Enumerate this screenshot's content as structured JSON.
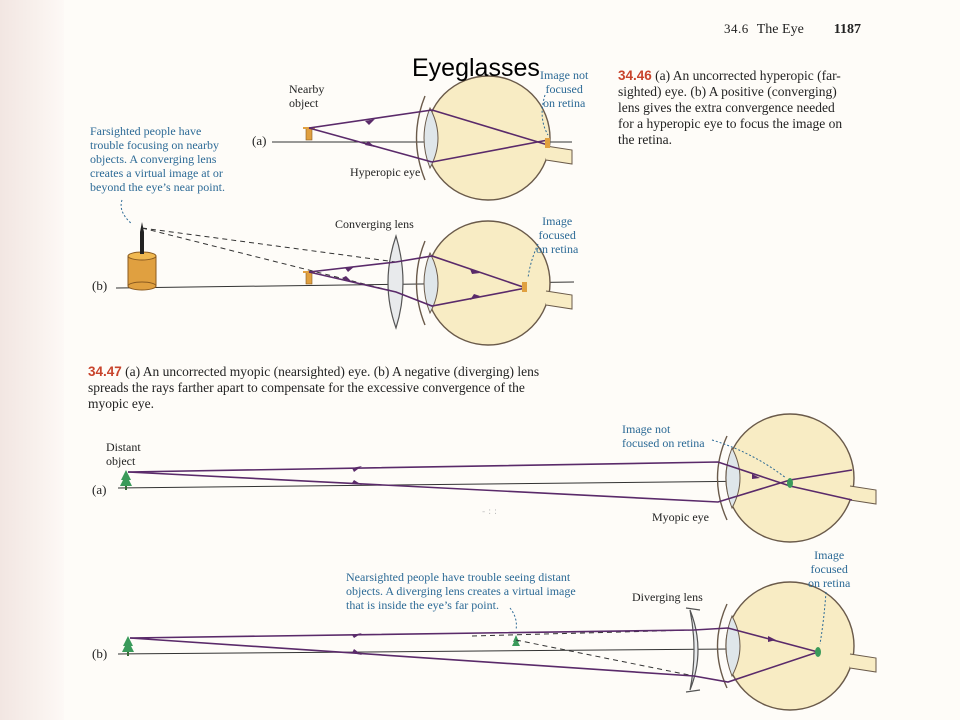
{
  "slide_title": "Eyeglasses",
  "page_header": {
    "section": "34.6",
    "section_name": "The Eye",
    "page_number": "1187"
  },
  "fig_34_46": {
    "number": "34.46",
    "caption_lines": [
      "(a) An uncorrected hyperopic (far-",
      "sighted) eye. (b) A positive (converging)",
      "lens gives the extra convergence needed",
      "for a hyperopic eye to focus the image on",
      "the retina."
    ],
    "part_a": "(a)",
    "part_b": "(b)",
    "nearby_object": [
      "Nearby",
      "object"
    ],
    "image_not_focused": [
      "Image not",
      "focused",
      "on retina"
    ],
    "hyperopic_eye": "Hyperopic eye",
    "side_note": [
      "Farsighted people have",
      "trouble focusing on nearby",
      "objects. A converging lens",
      "creates a virtual image at or",
      "beyond the eye’s near point."
    ],
    "converging_lens": "Converging lens",
    "image_focused": [
      "Image",
      "focused",
      "on retina"
    ]
  },
  "fig_34_47": {
    "number": "34.47",
    "caption_lines": [
      "(a) An uncorrected myopic (nearsighted) eye. (b) A negative (diverging) lens",
      "spreads the rays farther apart to compensate for the excessive convergence of the",
      "myopic eye."
    ],
    "part_a": "(a)",
    "part_b": "(b)",
    "distant_object": [
      "Distant",
      "object"
    ],
    "image_not_focused": [
      "Image not",
      "focused on retina"
    ],
    "myopic_eye": "Myopic eye",
    "side_note": [
      "Nearsighted people have trouble seeing distant",
      "objects. A diverging lens creates a virtual image",
      "that is inside the eye’s far point."
    ],
    "diverging_lens": "Diverging lens",
    "image_focused": [
      "Image",
      "focused",
      "on retina"
    ]
  },
  "colors": {
    "ray": "#5a2a6a",
    "eye_fill": "#f8ecc4",
    "eye_outline": "#6a5a4a",
    "caption_number": "#c8442c",
    "annotation": "#2c6a96",
    "object": "#e0a040",
    "tree": "#3a9a5a"
  }
}
